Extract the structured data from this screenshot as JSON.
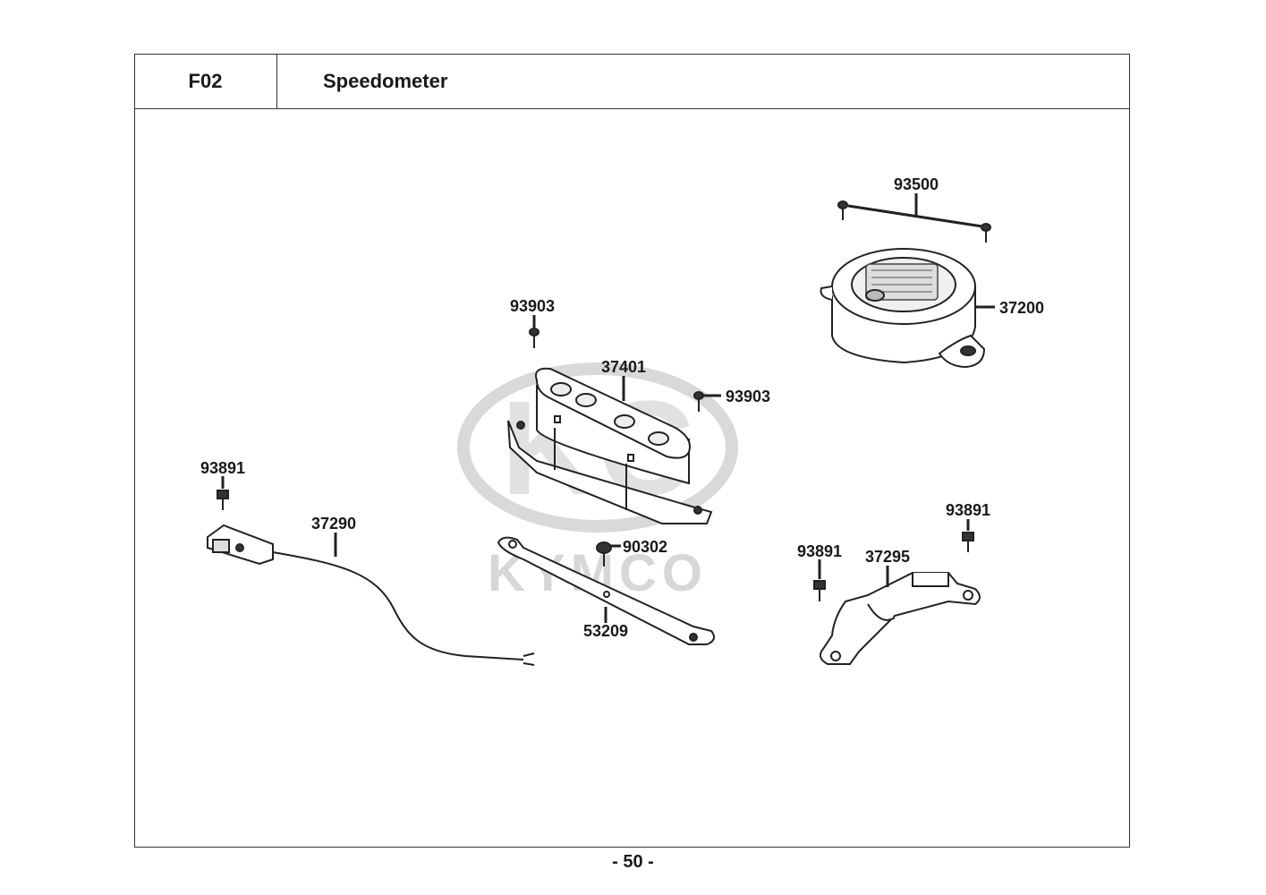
{
  "header": {
    "code": "F02",
    "title": "Speedometer"
  },
  "watermark": {
    "logo_letters": "KC",
    "brand": "KYMCO"
  },
  "callouts": {
    "p93500": "93500",
    "p37200": "37200",
    "p93903_top": "93903",
    "p37401": "37401",
    "p93903_right": "93903",
    "p93891_left": "93891",
    "p37290": "37290",
    "p90302": "90302",
    "p53209": "53209",
    "p93891_mid": "93891",
    "p37295": "37295",
    "p93891_right": "93891"
  },
  "page_number": "- 50 -"
}
